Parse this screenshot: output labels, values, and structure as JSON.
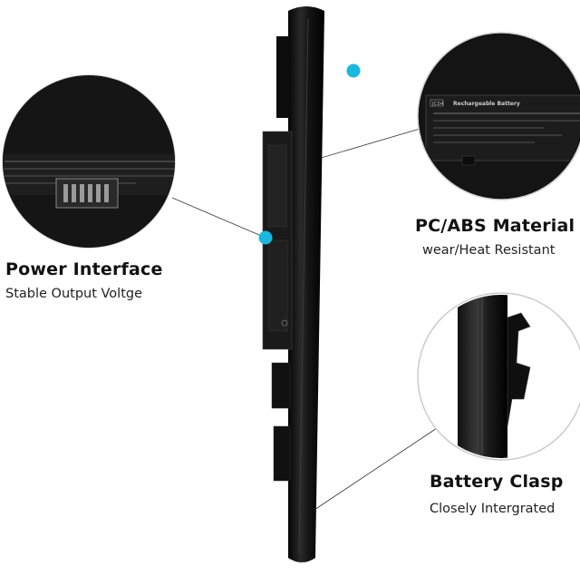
{
  "features": [
    {
      "title": "Power Interface",
      "subtitle": "Stable Output Voltge"
    },
    {
      "title": "PC/ABS Material",
      "subtitle": "wear/Heat Resistant"
    },
    {
      "title": "Battery Clasp",
      "subtitle": "Closely Intergrated"
    }
  ],
  "battery_label": {
    "model": "JC04",
    "heading": "Rechargeable Battery"
  },
  "colors": {
    "accent_dot": "#18b8e0",
    "battery_body": "#121212",
    "text": "#111111"
  }
}
